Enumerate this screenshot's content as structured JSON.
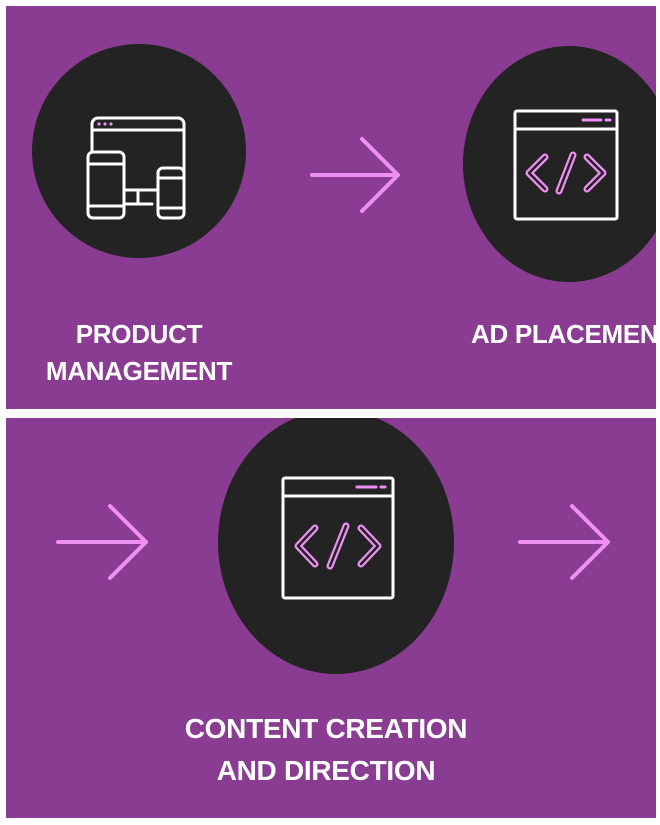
{
  "steps": [
    {
      "label_line1": "PRODUCT",
      "label_line2": "MANAGEMENT",
      "icon": "devices-icon"
    },
    {
      "label_line1": "AD PLACEMENT",
      "label_line2": "",
      "icon": "code-window-icon"
    },
    {
      "label_line1": "CONTENT CREATION",
      "label_line2": "AND DIRECTION",
      "icon": "code-window-icon"
    }
  ],
  "colors": {
    "panel_bg": "#8a3c92",
    "circle": "#232323",
    "arrow": "#ee8ff3",
    "icon_stroke": "#ffffff",
    "icon_accent": "#ee8ff3",
    "label_text": "#ffffff"
  }
}
